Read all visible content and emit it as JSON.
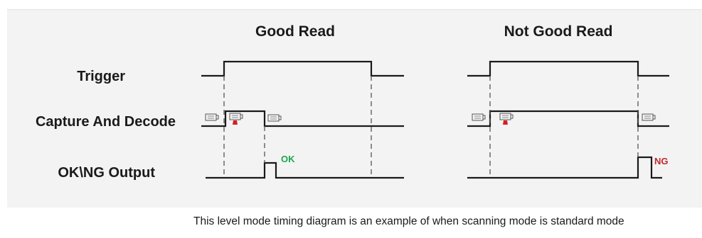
{
  "diagram": {
    "columns": [
      {
        "title": "Good Read",
        "status_label": "OK",
        "status_color": "#1aa84a"
      },
      {
        "title": "Not Good Read",
        "status_label": "NG",
        "status_color": "#c0282d"
      }
    ],
    "rows": [
      {
        "label": "Trigger"
      },
      {
        "label": "Capture And Decode"
      },
      {
        "label": "OK\\NG Output"
      }
    ],
    "caption": "This level mode timing diagram is an example of when scanning mode is standard mode",
    "colors": {
      "panel_bg": "#f3f3f3",
      "signal": "#1a1a1a",
      "dashed": "#555555",
      "camera_body": "#f2f2f2",
      "camera_outline": "#555555",
      "laser": "#d42020"
    },
    "icons": [
      "camera-icon",
      "camera-laser-icon"
    ]
  }
}
